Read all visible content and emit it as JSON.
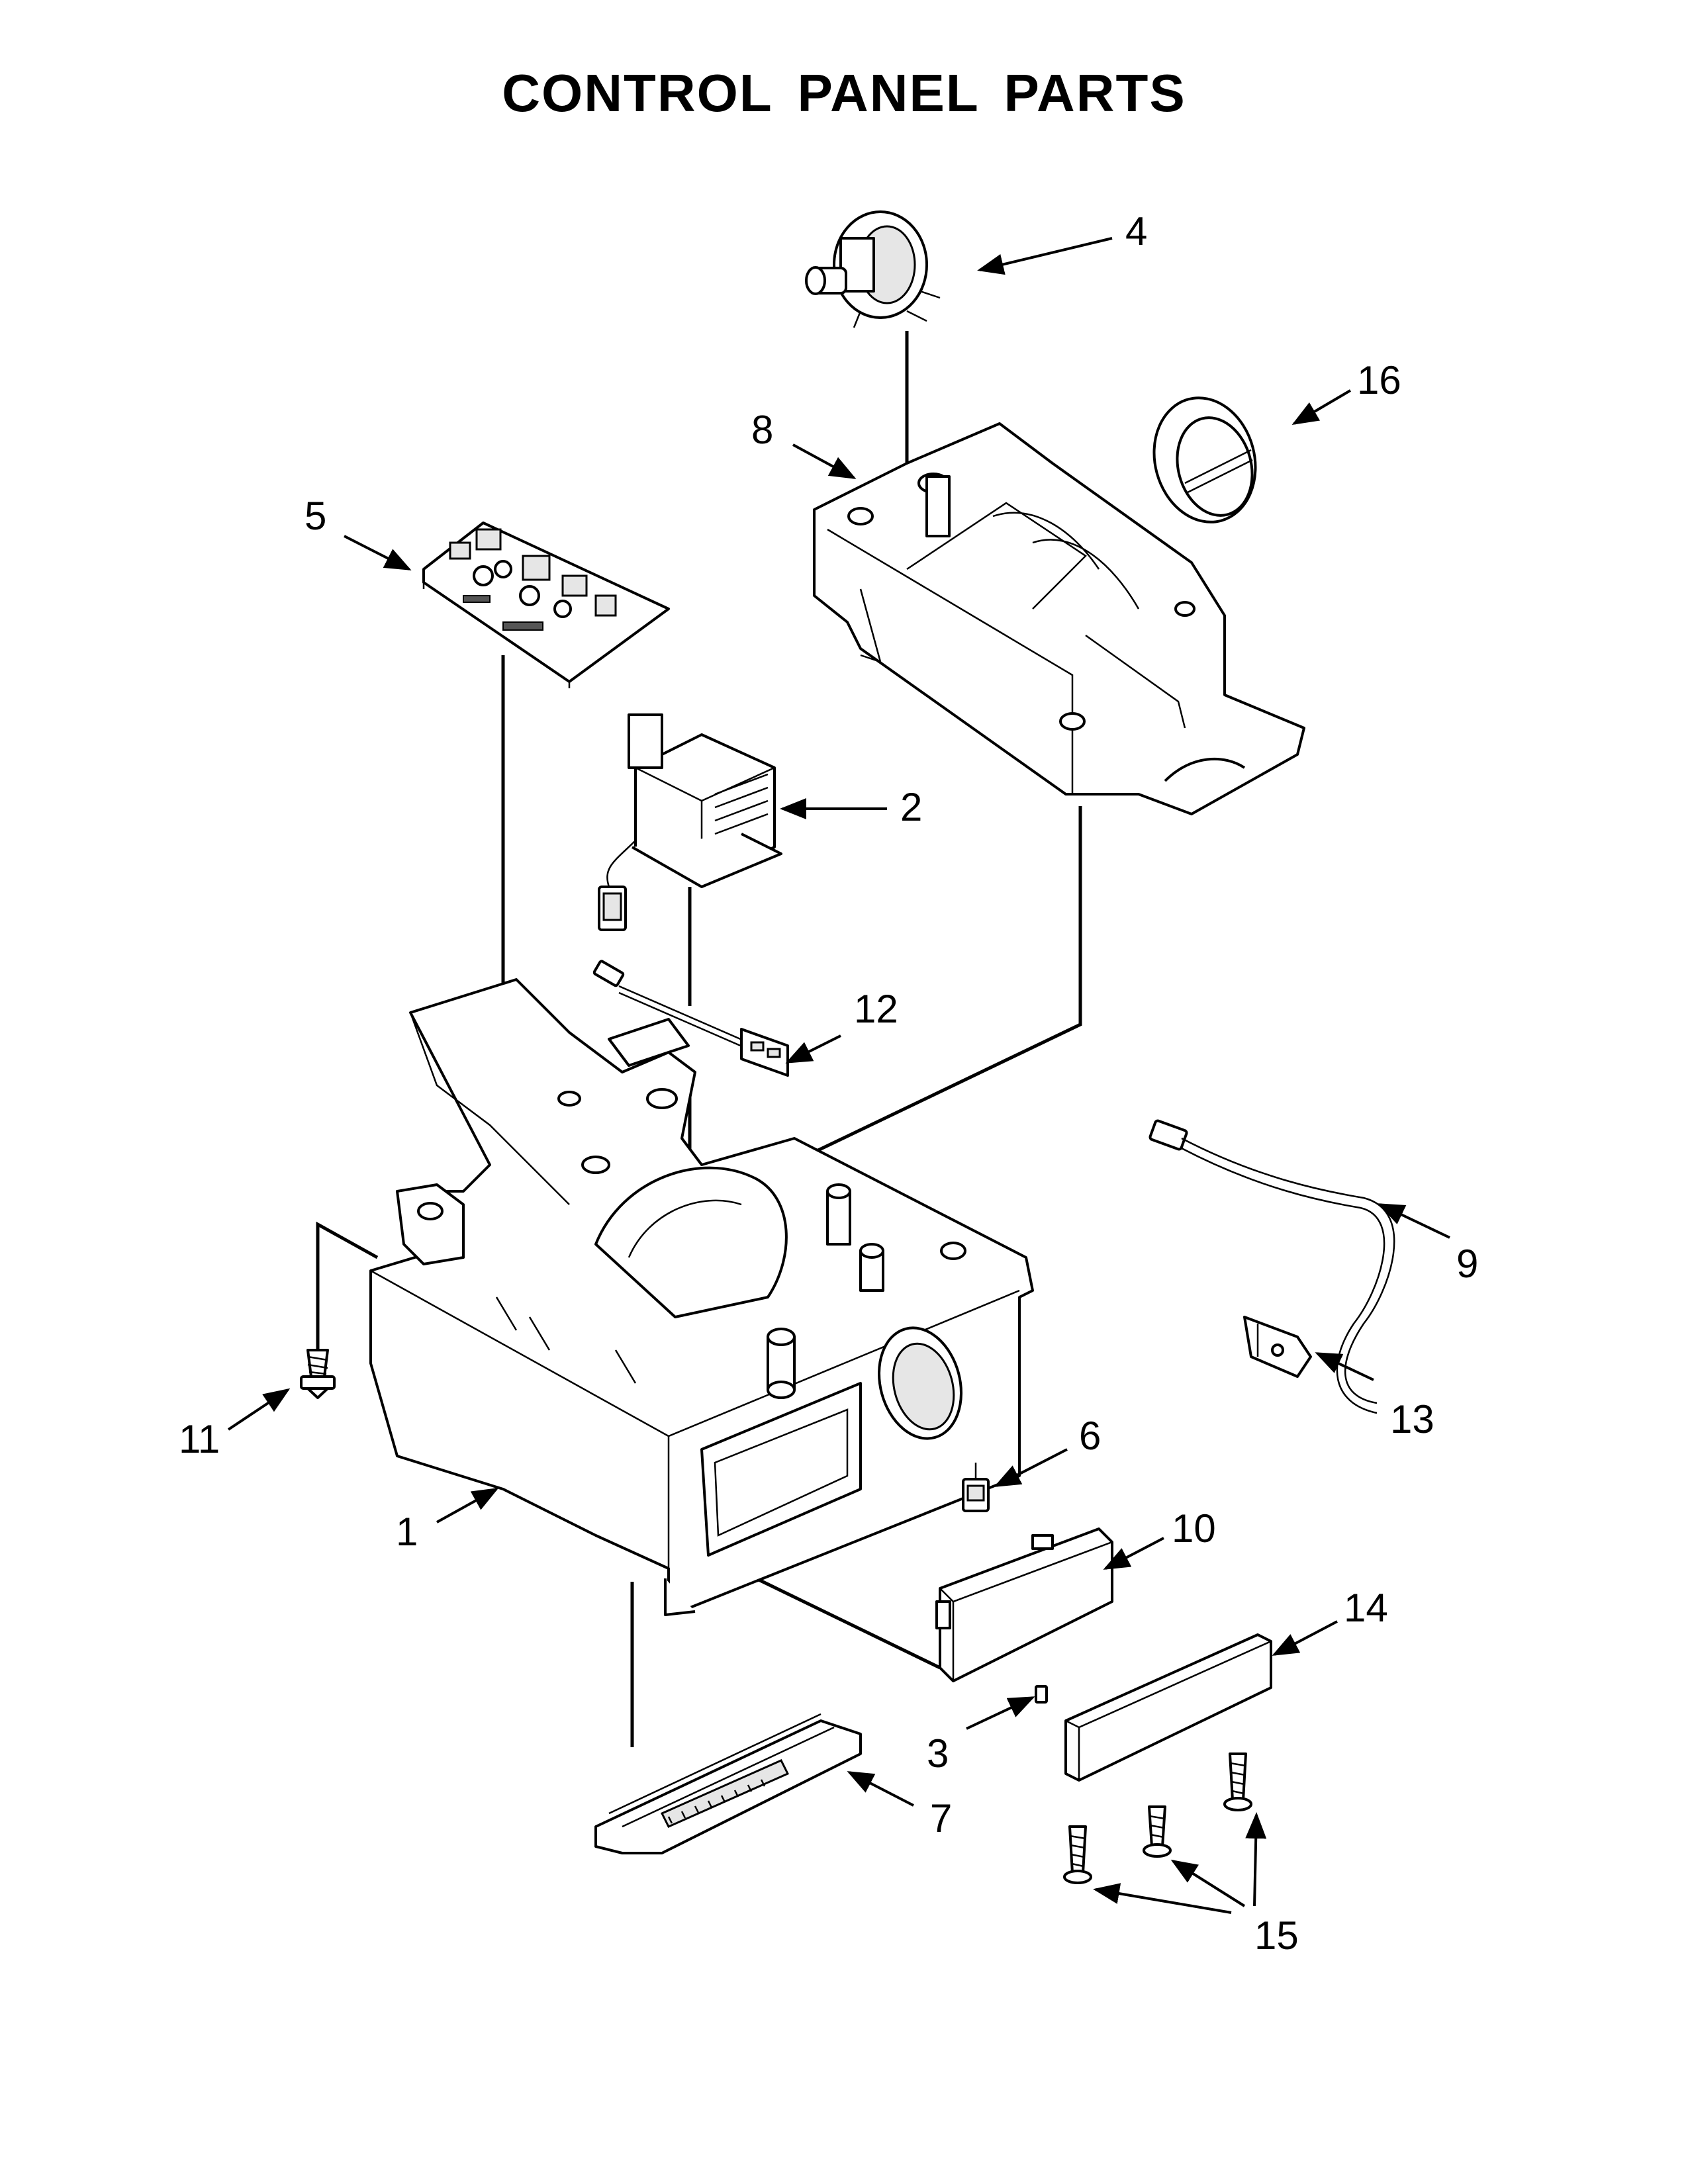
{
  "title": "CONTROL PANEL PARTS",
  "callouts": [
    {
      "id": "1",
      "label": "1"
    },
    {
      "id": "2",
      "label": "2"
    },
    {
      "id": "3",
      "label": "3"
    },
    {
      "id": "4",
      "label": "4"
    },
    {
      "id": "5",
      "label": "5"
    },
    {
      "id": "6",
      "label": "6"
    },
    {
      "id": "7",
      "label": "7"
    },
    {
      "id": "8",
      "label": "8"
    },
    {
      "id": "9",
      "label": "9"
    },
    {
      "id": "10",
      "label": "10"
    },
    {
      "id": "11",
      "label": "11"
    },
    {
      "id": "12",
      "label": "12"
    },
    {
      "id": "13",
      "label": "13"
    },
    {
      "id": "14",
      "label": "14"
    },
    {
      "id": "15",
      "label": "15"
    },
    {
      "id": "16",
      "label": "16"
    }
  ]
}
